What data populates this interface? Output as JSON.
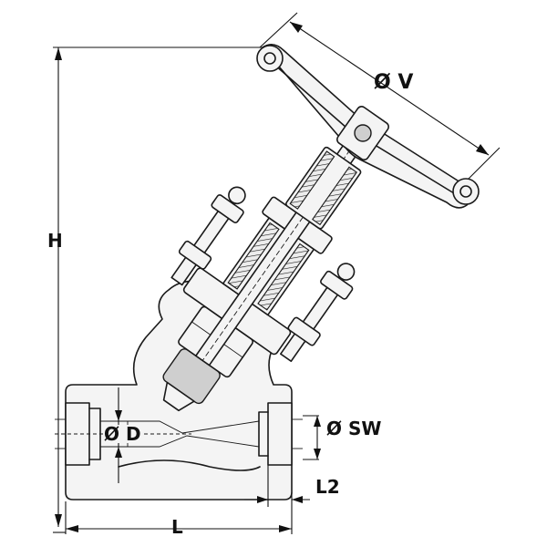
{
  "labels": {
    "handwheel_diameter": "Ø V",
    "height": "H",
    "bore_diameter": "Ø D",
    "socket_weld_diameter": "Ø SW",
    "socket_depth": "L2",
    "length": "L"
  },
  "colors": {
    "ink": "#1a1a1a",
    "background": "#ffffff"
  }
}
